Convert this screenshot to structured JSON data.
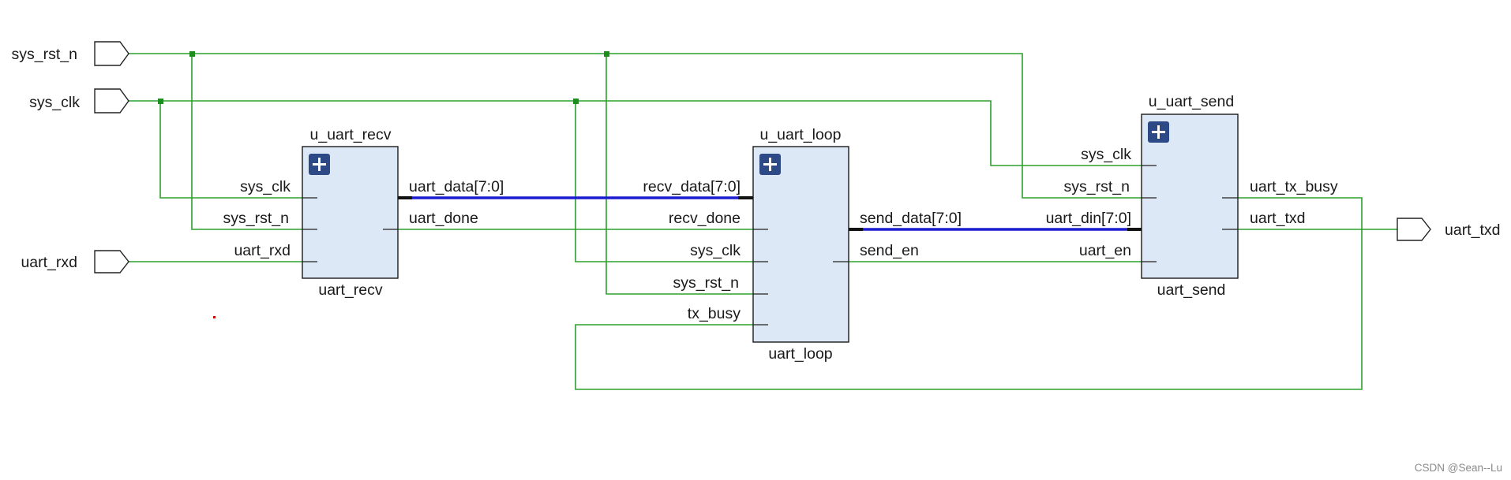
{
  "colors": {
    "wire": "#2ca02c",
    "bus": "#1c1cd0",
    "block_fill": "#dde8f6",
    "block_stroke": "#1a1a1a",
    "expand_btn": "#2e4a86",
    "junction": "#1e8c1e"
  },
  "ports": {
    "sys_rst_n": "sys_rst_n",
    "sys_clk": "sys_clk",
    "uart_rxd": "uart_rxd",
    "uart_txd": "uart_txd"
  },
  "blocks": {
    "recv": {
      "instance": "u_uart_recv",
      "module": "uart_recv",
      "expand_icon": "plus-icon",
      "pins": {
        "sys_clk": "sys_clk",
        "sys_rst_n": "sys_rst_n",
        "uart_rxd": "uart_rxd",
        "uart_data": "uart_data[7:0]",
        "uart_done": "uart_done"
      }
    },
    "loop": {
      "instance": "u_uart_loop",
      "module": "uart_loop",
      "expand_icon": "plus-icon",
      "pins": {
        "recv_data": "recv_data[7:0]",
        "recv_done": "recv_done",
        "sys_clk": "sys_clk",
        "sys_rst_n": "sys_rst_n",
        "tx_busy": "tx_busy",
        "send_data": "send_data[7:0]",
        "send_en": "send_en"
      }
    },
    "send": {
      "instance": "u_uart_send",
      "module": "uart_send",
      "expand_icon": "plus-icon",
      "pins": {
        "sys_clk": "sys_clk",
        "sys_rst_n": "sys_rst_n",
        "uart_din": "uart_din[7:0]",
        "uart_en": "uart_en",
        "uart_tx_busy": "uart_tx_busy",
        "uart_txd": "uart_txd"
      }
    }
  },
  "watermark": "CSDN @Sean--Lu"
}
